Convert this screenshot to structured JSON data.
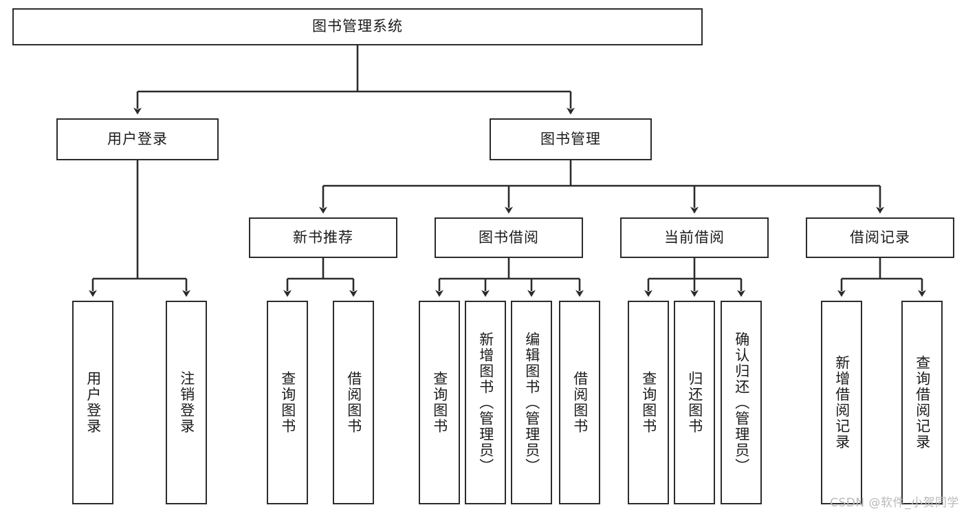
{
  "diagram": {
    "title": "图书管理系统",
    "type": "tree-hierarchy",
    "watermark": "CSDN @软件_小贺同学",
    "colors": {
      "stroke": "#2b2b2b",
      "fill": "#ffffff",
      "text": "#1b1b1b",
      "watermark": "#b9b9b9"
    }
  },
  "nodes": {
    "root": {
      "label": "图书管理系统"
    },
    "level2": [
      {
        "id": "user-login",
        "label": "用户登录"
      },
      {
        "id": "book-manage",
        "label": "图书管理"
      }
    ],
    "level3": [
      {
        "id": "new-book-recommend",
        "label": "新书推荐"
      },
      {
        "id": "book-borrow",
        "label": "图书借阅"
      },
      {
        "id": "current-borrow",
        "label": "当前借阅"
      },
      {
        "id": "borrow-record",
        "label": "借阅记录"
      }
    ],
    "leaves": {
      "user_login": [
        {
          "id": "leaf-user-login",
          "label": "用户登录"
        },
        {
          "id": "leaf-logout-login",
          "label": "注销登录"
        }
      ],
      "new_book_recommend": [
        {
          "id": "leaf-query-book-1",
          "label": "查询图书"
        },
        {
          "id": "leaf-borrow-book-1",
          "label": "借阅图书"
        }
      ],
      "book_borrow": [
        {
          "id": "leaf-query-book-2",
          "label": "查询图书"
        },
        {
          "id": "leaf-add-book",
          "label": "新增图书（管理员）"
        },
        {
          "id": "leaf-edit-book",
          "label": "编辑图书（管理员）"
        },
        {
          "id": "leaf-borrow-book-2",
          "label": "借阅图书"
        }
      ],
      "current_borrow": [
        {
          "id": "leaf-query-book-3",
          "label": "查询图书"
        },
        {
          "id": "leaf-return-book",
          "label": "归还图书"
        },
        {
          "id": "leaf-confirm-return",
          "label": "确认归还（管理员）"
        }
      ],
      "borrow_record": [
        {
          "id": "leaf-add-record",
          "label": "新增借阅记录"
        },
        {
          "id": "leaf-query-record",
          "label": "查询借阅记录"
        }
      ]
    }
  }
}
